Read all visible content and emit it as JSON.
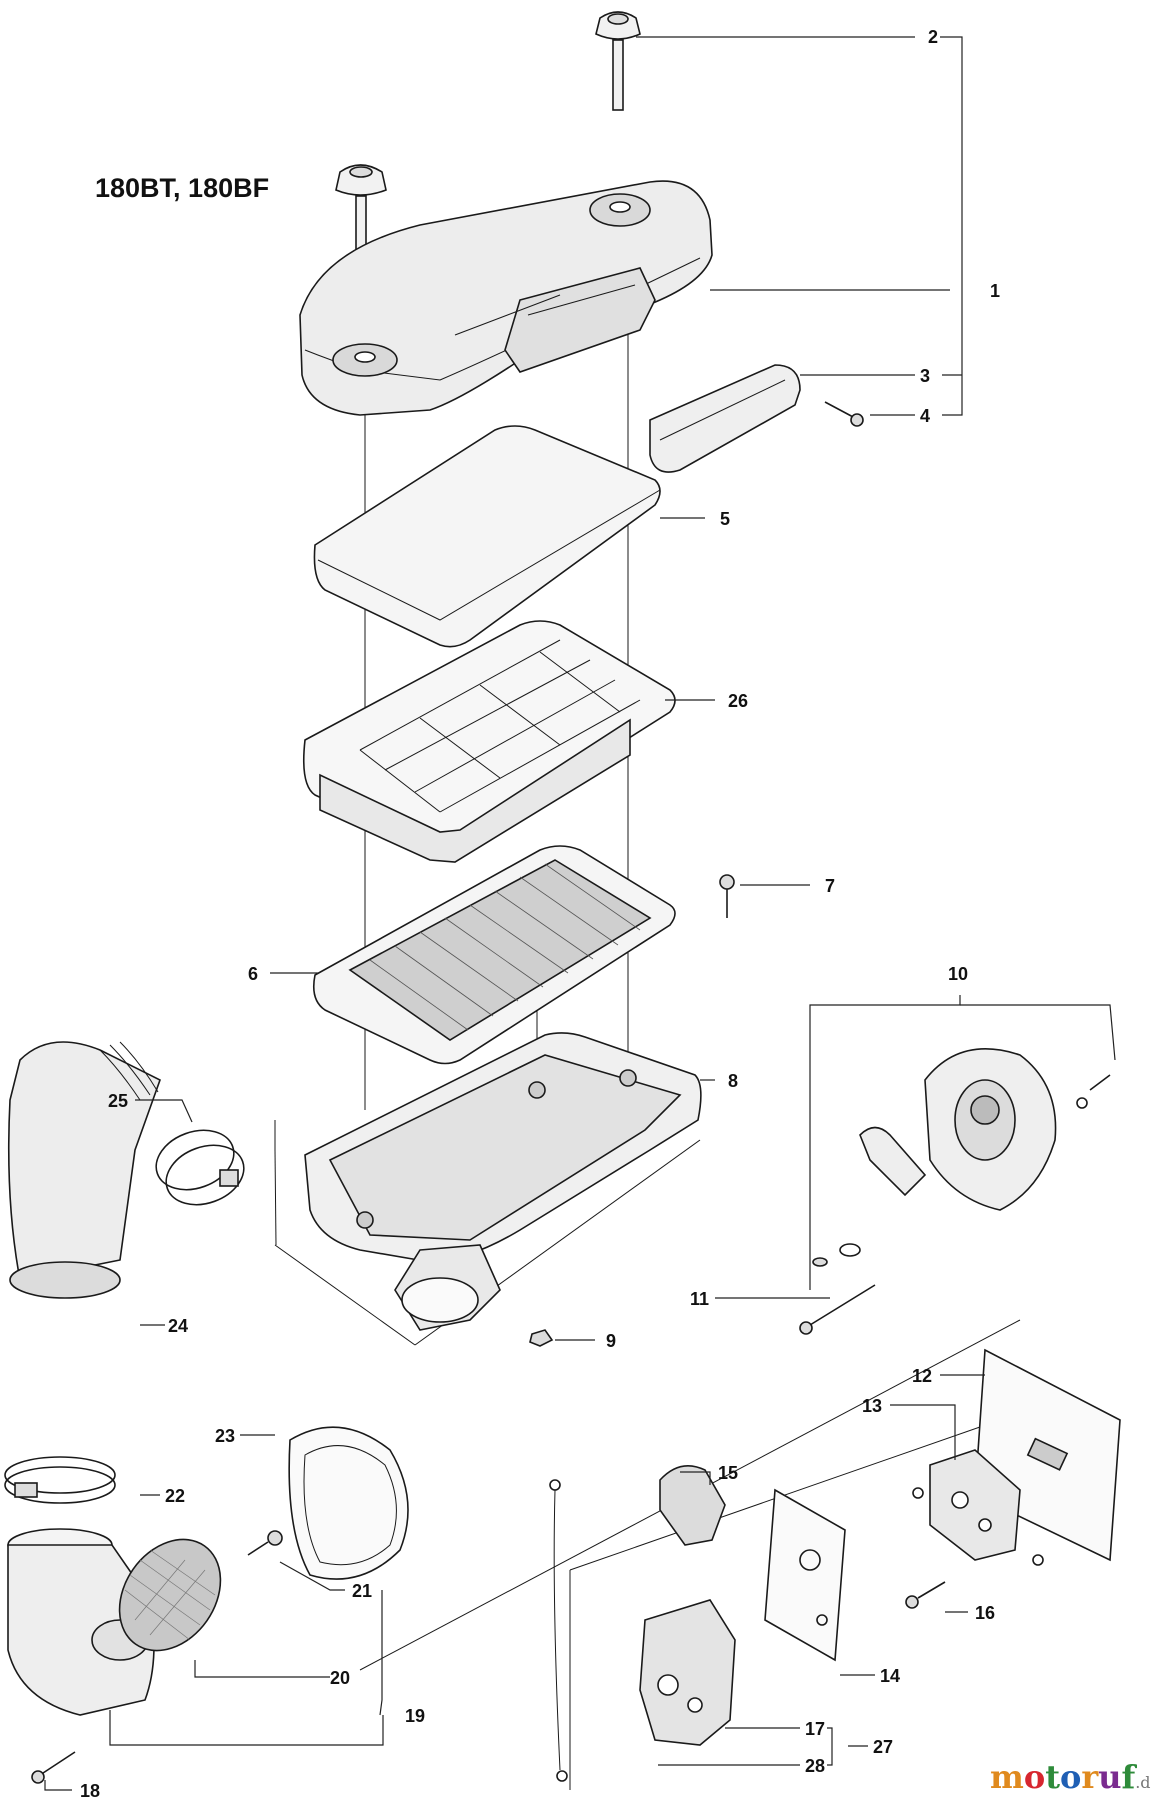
{
  "diagram": {
    "title": "180BT, 180BF",
    "callouts": [
      "1",
      "2",
      "3",
      "4",
      "5",
      "6",
      "7",
      "8",
      "9",
      "10",
      "11",
      "12",
      "13",
      "14",
      "15",
      "16",
      "17",
      "18",
      "19",
      "20",
      "21",
      "22",
      "23",
      "24",
      "25",
      "26",
      "27",
      "28"
    ]
  },
  "watermark": {
    "letters": [
      "m",
      "o",
      "t",
      "o",
      "r",
      "u",
      "f"
    ],
    "colors": [
      "#e08a1e",
      "#d7262f",
      "#2e8b3a",
      "#1f5fb4",
      "#e08a1e",
      "#7a2b8f",
      "#2e8b3a"
    ],
    "suffix": ".de"
  }
}
